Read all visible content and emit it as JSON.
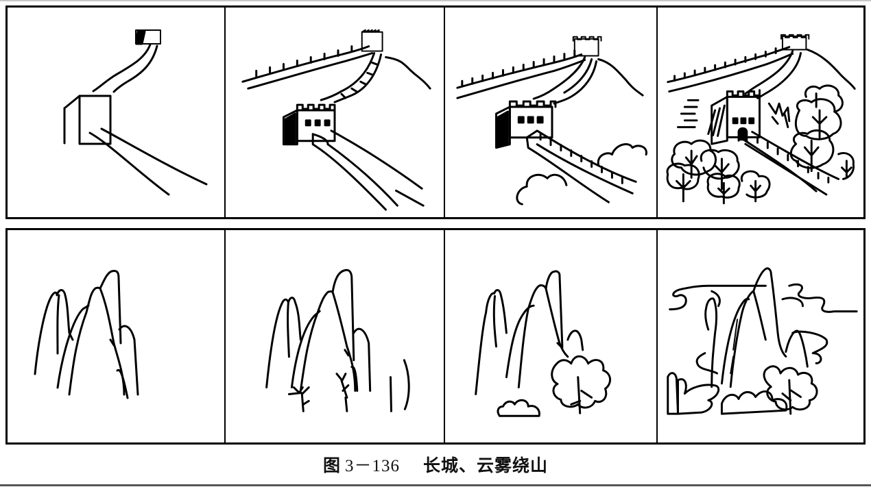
{
  "figure": {
    "caption_prefix": "图",
    "caption_number": "3－136",
    "caption_title": "长城、云雾绕山",
    "rows": [
      {
        "subject": "Great Wall",
        "panels": [
          {
            "step": 1,
            "description": "Basic block outline of watchtower and wall"
          },
          {
            "step": 2,
            "description": "Watchtower with battlements, distant wall and hill"
          },
          {
            "step": 3,
            "description": "Detailed crenellated wall with clouds"
          },
          {
            "step": 4,
            "description": "Completed scene with trees and shrubs"
          }
        ]
      },
      {
        "subject": "Mountains surrounded by clouds and mist",
        "panels": [
          {
            "step": 1,
            "description": "Outline of mountain peaks"
          },
          {
            "step": 2,
            "description": "Peaks with sparse tree branches"
          },
          {
            "step": 3,
            "description": "Peaks with pine foliage"
          },
          {
            "step": 4,
            "description": "Completed peaks with swirling clouds and pines"
          }
        ]
      }
    ]
  },
  "colors": {
    "ink": "#000000",
    "paper": "#ffffff",
    "rule": "#555555"
  }
}
